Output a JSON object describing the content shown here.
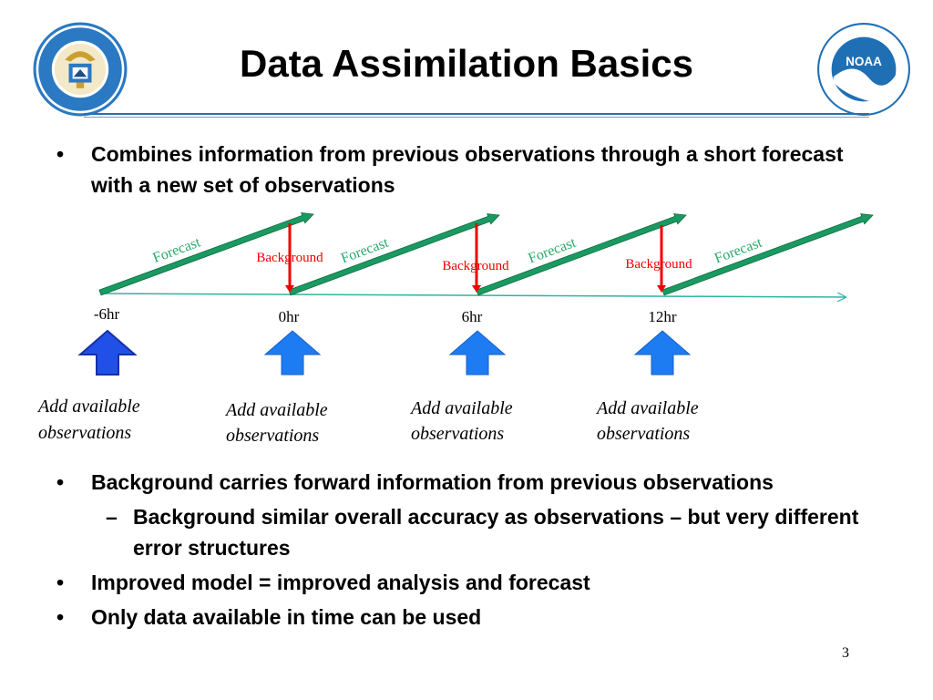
{
  "title": "Data Assimilation Basics",
  "logos": {
    "left_name": "department-of-commerce-seal",
    "right_name": "noaa-logo",
    "right_text": "NOAA"
  },
  "bullets_top": [
    {
      "marker": "•",
      "text": "Combines information from previous observations through a short forecast with a new set of observations"
    }
  ],
  "diagram": {
    "forecast_label": "Forecast",
    "background_label": "Background",
    "time_labels": [
      "-6hr",
      "0hr",
      "6hr",
      "12hr"
    ],
    "obs_label_line1": "Add available",
    "obs_label_line2": "observations",
    "colors": {
      "forecast_arrow": "#1a9a62",
      "forecast_text": "#2aa86a",
      "background": "#ee0000",
      "timeline": "#2fb4a0",
      "obs_arrow": "#1e7cf2",
      "obs_arrow_first": "#2050e8"
    }
  },
  "bullets_bottom": [
    {
      "level": 1,
      "marker": "•",
      "text": "Background carries forward information from previous observations"
    },
    {
      "level": 2,
      "marker": "–",
      "text": "Background similar overall accuracy as observations – but very different error structures"
    },
    {
      "level": 1,
      "marker": "•",
      "text": "Improved model = improved analysis and forecast"
    },
    {
      "level": 1,
      "marker": "•",
      "text": "Only data available in time can be used"
    }
  ],
  "page_number": "3"
}
